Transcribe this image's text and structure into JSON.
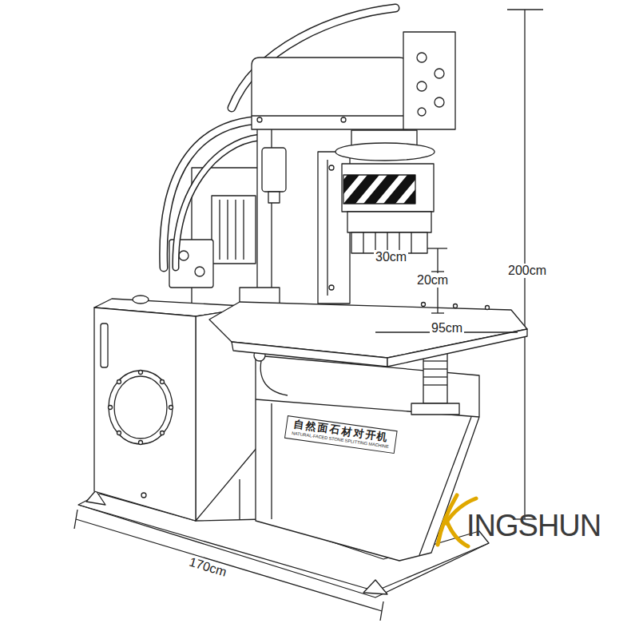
{
  "diagram": {
    "nodes": [
      {
        "text": [
          "自然面石材对开机",
          "NATURAL-FACED STONE SPLITTING MACHINE"
        ]
      }
    ],
    "labels": [
      "30cm",
      "20cm",
      "95cm",
      "200cm",
      "170cm",
      "INGSHUN"
    ]
  }
}
